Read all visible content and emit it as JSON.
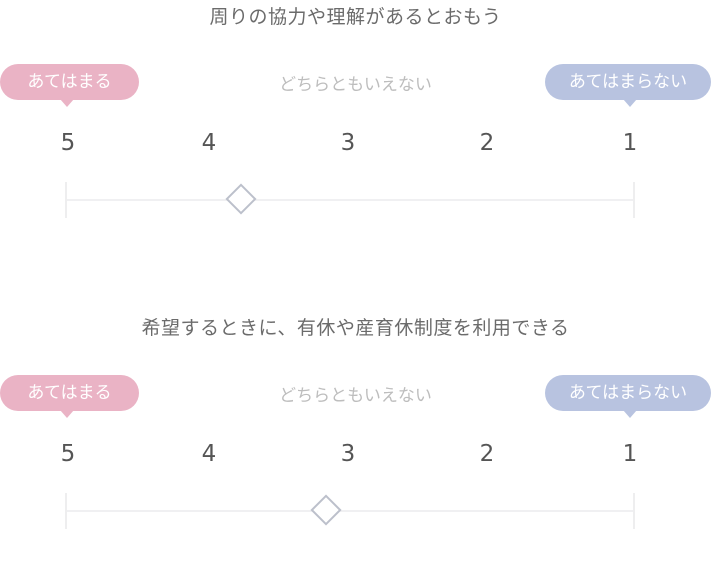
{
  "scale": {
    "agree_label": "あてはまる",
    "neutral_label": "どちらともいえない",
    "disagree_label": "あてはまらない",
    "numbers": [
      "5",
      "4",
      "3",
      "2",
      "1"
    ],
    "agree_color": "#eab3c5",
    "disagree_color": "#b8c3e0"
  },
  "questions": [
    {
      "text": "周りの協力や理解があるとおもう",
      "slider_value": 3.77
    },
    {
      "text": "希望するときに、有休や産育休制度を利用できる",
      "slider_value": 3.17
    }
  ]
}
